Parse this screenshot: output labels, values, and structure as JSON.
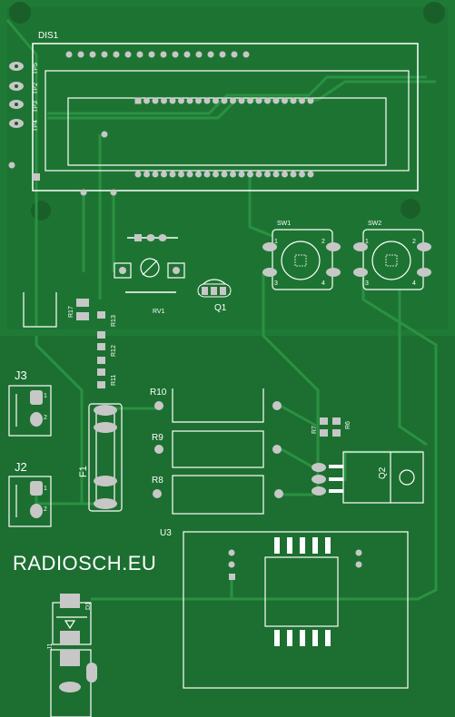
{
  "brand": "RADIOSCH.EU",
  "colors": {
    "board": "#1f7a35",
    "pour": "#1c6f30",
    "trace": "#2a9142",
    "silk": "#ffffff",
    "pad": "#c7c7c7",
    "hole": "#1a5f2a"
  },
  "labels": {
    "dis1": "DIS1",
    "tp5": "TP5",
    "tp2": "TP2",
    "tp3": "TP3",
    "tp4": "TP4",
    "sw1": "SW1",
    "sw2": "SW2",
    "rv1": "RV1",
    "q1": "Q1",
    "q2": "Q2",
    "r17": "R17",
    "r13": "R13",
    "r12": "R12",
    "r11": "R11",
    "r10": "R10",
    "r9": "R9",
    "r8": "R8",
    "r7": "R7",
    "r6": "R6",
    "j3": "J3",
    "j2": "J2",
    "f1": "F1",
    "u3": "U3",
    "d1": "D1",
    "j1": "J1"
  },
  "pin_numbers": {
    "j3_1": "1",
    "j3_2": "2",
    "j2_1": "1",
    "j2_2": "2",
    "sw_1": "1",
    "sw_2": "2",
    "sw_3": "3",
    "sw_4": "4"
  }
}
